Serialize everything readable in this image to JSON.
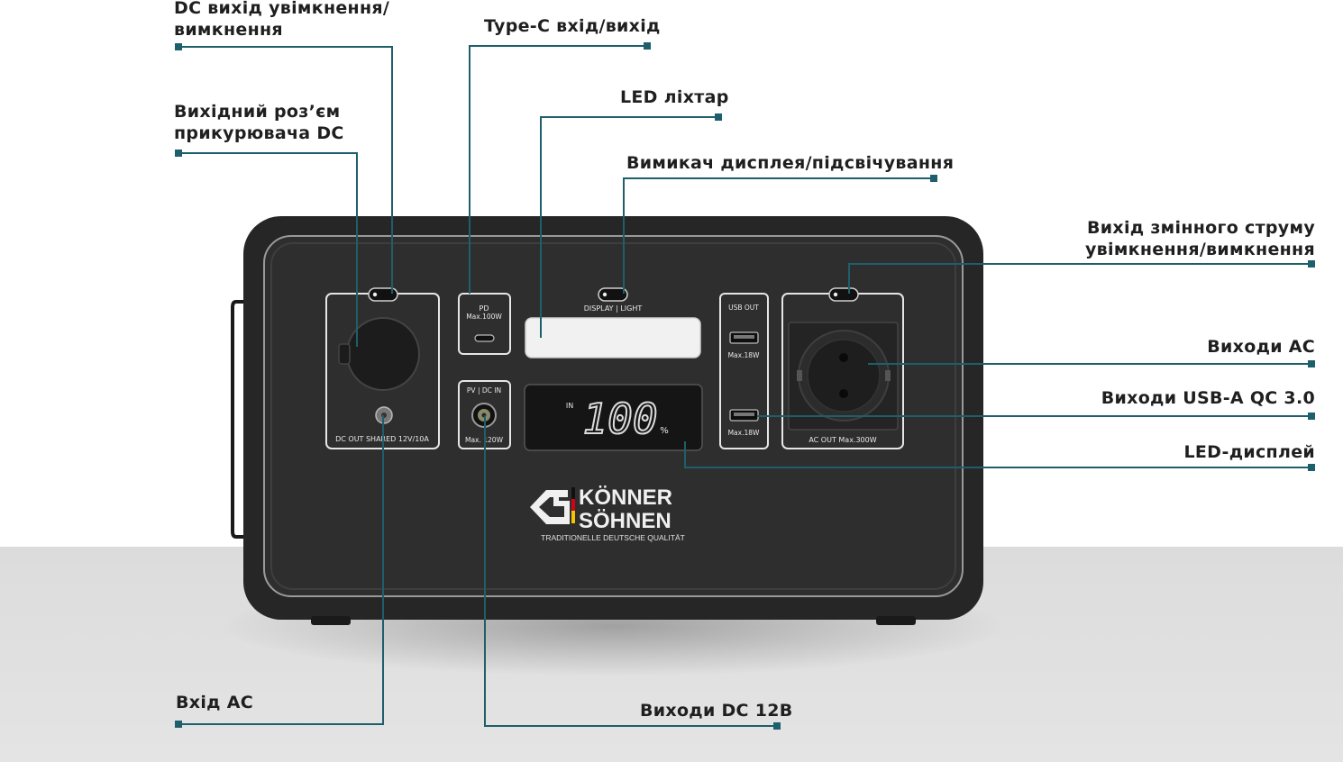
{
  "callouts": {
    "dc_switch": "DC вихід увімкнення/\nвимкнення",
    "type_c": "Type-C вхід/вихід",
    "led_light": "LED ліхтар",
    "cigarette": "Вихідний роз’єм\nприкурювача DC",
    "display_switch": "Вимикач дисплея/підсвічування",
    "ac_switch": "Вихід змінного струму\nувімкнення/вимкнення",
    "ac_outputs": "Виходи AC",
    "usb_outputs": "Виходи USB-A QC 3.0",
    "led_display": "LED-дисплей",
    "ac_input": "Вхід AC",
    "dc_outputs": "Виходи DC 12В"
  },
  "device": {
    "dc_out_label": "DC OUT SHARED 12V/10A",
    "pd_label": "PD",
    "pd_max": "Max.100W",
    "pv_label": "PV | DC IN",
    "pv_max": "Max. 120W",
    "display_light_label": "DISPLAY | LIGHT",
    "display_in": "IN",
    "display_value": "100",
    "display_unit": "%",
    "usb_out_label": "USB OUT",
    "usb_max_1": "Max.18W",
    "usb_max_2": "Max.18W",
    "ac_out_label": "AC OUT Max.300W",
    "brand_line1": "KÖNNER",
    "brand_line2": "SÖHNEN",
    "brand_tagline": "TRADITIONELLE DEUTSCHE QUALITÄT"
  },
  "colors": {
    "leader_line": "#1d5f6b",
    "device_body": "#2b2b2b",
    "text": "#1f1f1f"
  }
}
